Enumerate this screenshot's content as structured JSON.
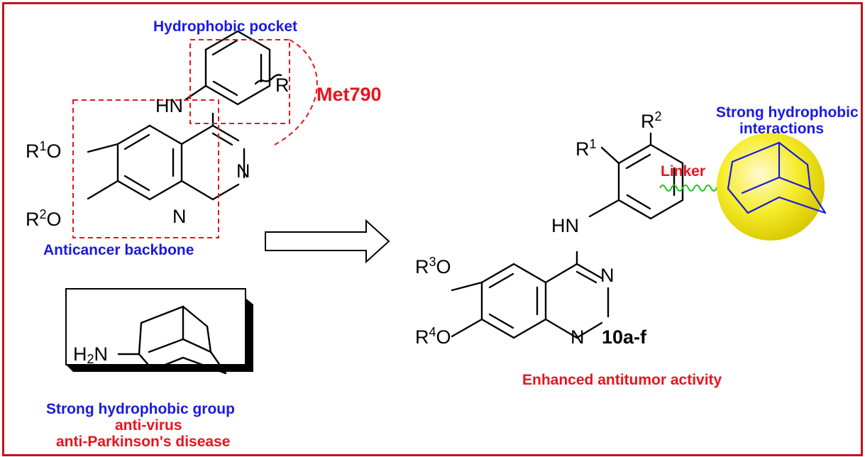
{
  "labels": {
    "hydrophobic_pocket": "Hydrophobic pocket",
    "met790": "Met790",
    "anticancer_backbone": "Anticancer backbone",
    "strong_group": "Strong hydrophobic group",
    "anti_virus": "anti-virus",
    "anti_parkinson": "anti-Parkinson's disease",
    "strong_interactions_1": "Strong hydrophobic",
    "strong_interactions_2": "interactions",
    "linker": "Linker",
    "compound": "10a-f",
    "enhanced": "Enhanced antitumor activity"
  },
  "atoms": {
    "left": {
      "hn": "HN",
      "r": "R",
      "r1_pre": "R",
      "r1_sup": "1",
      "r1_post": "O",
      "r2_pre": "R",
      "r2_sup": "2",
      "r2_post": "O",
      "n_upper": "N",
      "n_lower": "N"
    },
    "amantadine": {
      "h": "H",
      "sub": "2",
      "n": "N"
    },
    "right": {
      "hn": "HN",
      "r1_pre": "R",
      "r1_sup": "1",
      "r2_pre": "R",
      "r2_sup": "2",
      "r3_pre": "R",
      "r3_sup": "3",
      "r3_post": "O",
      "r4_pre": "R",
      "r4_sup": "4",
      "r4_post": "O",
      "n_upper": "N",
      "n_lower": "N"
    }
  },
  "colors": {
    "frame": "#c0141c",
    "blue_text": "#1a1adf",
    "red_text": "#e8141c",
    "dashed_box": "#e8141c",
    "linker_wave": "#22c422",
    "sphere": "#f4ea1e",
    "adamantane_blue": "#1a1adf"
  }
}
